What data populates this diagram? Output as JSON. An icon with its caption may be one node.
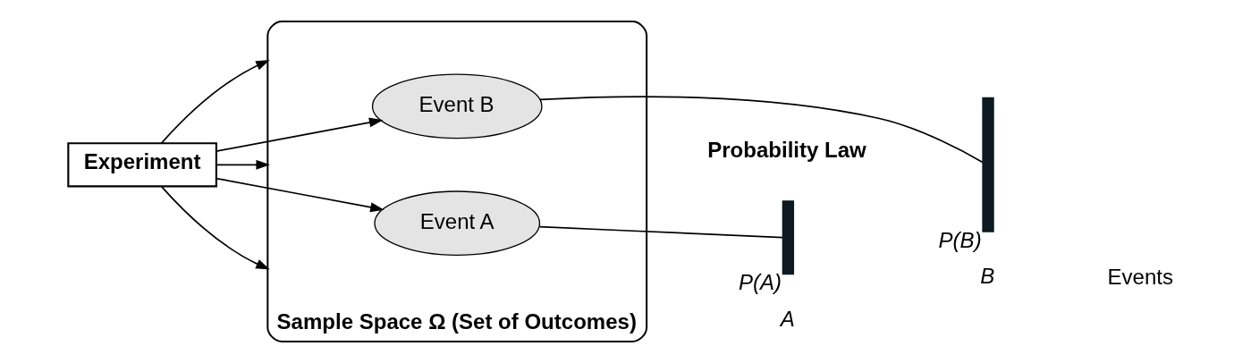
{
  "diagram": {
    "nodes": [
      {
        "text": [
          "Experiment"
        ]
      },
      {
        "text": [
          "Sample Space Ω (Set of Outcomes)"
        ]
      },
      {
        "text": [
          "Event B"
        ],
        "in": 1
      },
      {
        "text": [
          "Event A"
        ],
        "in": 1
      },
      {
        "text": [],
        "shape": "bar",
        "beside": [
          "P(A)"
        ]
      },
      {
        "text": [],
        "shape": "bar",
        "beside": [
          "P(B)"
        ]
      }
    ],
    "edges": [
      {
        "from": 0,
        "to": 1,
        "arrow": "to"
      },
      {
        "from": 0,
        "to": 2,
        "arrow": "to"
      },
      {
        "from": 0,
        "to": 1,
        "arrow": "to"
      },
      {
        "from": 0,
        "to": 3,
        "arrow": "to"
      },
      {
        "from": 0,
        "to": 1,
        "arrow": "to"
      },
      {
        "from": 2,
        "to": 5,
        "arrow": "none"
      },
      {
        "from": 3,
        "to": 4,
        "arrow": "none"
      }
    ],
    "labels": [
      "Probability Law",
      "A",
      "B",
      "Events"
    ]
  }
}
